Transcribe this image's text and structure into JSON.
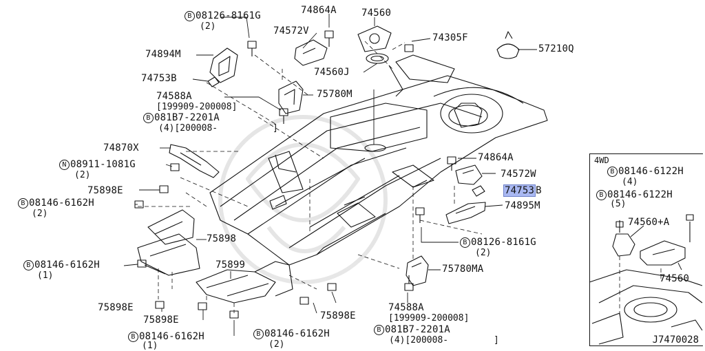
{
  "labels": {
    "l_08126_top": {
      "circle": "B",
      "text": "08126-8161G"
    },
    "l_08126_top_qty": "(2)",
    "l_74864A_top": "74864A",
    "l_74560": "74560",
    "l_74572V": "74572V",
    "l_74305F": "74305F",
    "l_57210Q": "57210Q",
    "l_74894M": "74894M",
    "l_74560J": "74560J",
    "l_74753B_top": "74753B",
    "l_75780M": "75780M",
    "l_74588A_top": "74588A",
    "l_date_top": "[199909-200008]",
    "l_081B7_top": {
      "circle": "B",
      "text": "081B7-2201A"
    },
    "l_081B7_top_qty": "(4)[200008-",
    "l_081B7_top_close": "]",
    "l_74870X": "74870X",
    "l_08911": {
      "circle": "N",
      "text": "08911-1081G"
    },
    "l_08911_qty": "(2)",
    "l_74864A_right": "74864A",
    "l_74572W": "74572W",
    "l_74753B_sel": "74753",
    "l_74753B_sel_suffix": "B",
    "l_74895M": "74895M",
    "l_75898E_top": "75898E",
    "l_08146_a": {
      "circle": "B",
      "text": "08146-6162H"
    },
    "l_08146_a_qty": "(2)",
    "l_75898": "75898",
    "l_08126_mid": {
      "circle": "B",
      "text": "08126-8161G"
    },
    "l_08126_mid_qty": "(2)",
    "l_75899": "75899",
    "l_08146_b": {
      "circle": "B",
      "text": "08146-6162H"
    },
    "l_08146_b_qty": "(1)",
    "l_75780MA": "75780MA",
    "l_75898E_left": "75898E",
    "l_75898E_mid": "75898E",
    "l_75898E_right": "75898E",
    "l_74588A_bot": "74588A",
    "l_date_bot": "[199909-200008]",
    "l_081B7_bot": {
      "circle": "B",
      "text": "081B7-2201A"
    },
    "l_081B7_bot_qty": "(4)[200008-",
    "l_081B7_bot_close": "]",
    "l_08146_c": {
      "circle": "B",
      "text": "08146-6162H"
    },
    "l_08146_c_qty": "(1)",
    "l_08146_d": {
      "circle": "B",
      "text": "08146-6162H"
    },
    "l_08146_d_qty": "(2)"
  },
  "inset": {
    "title": "4WD",
    "l_08146_i1": {
      "circle": "B",
      "text": "08146-6122H"
    },
    "l_08146_i1_qty": "(4)",
    "l_08146_i2": {
      "circle": "B",
      "text": "08146-6122H"
    },
    "l_08146_i2_qty": "(5)",
    "l_74560A": "74560+A",
    "l_74560_i": "74560"
  },
  "diagram_code": "J7470028",
  "colors": {
    "line": "#111111",
    "highlight": "#a9b8f2",
    "background": "#ffffff"
  }
}
